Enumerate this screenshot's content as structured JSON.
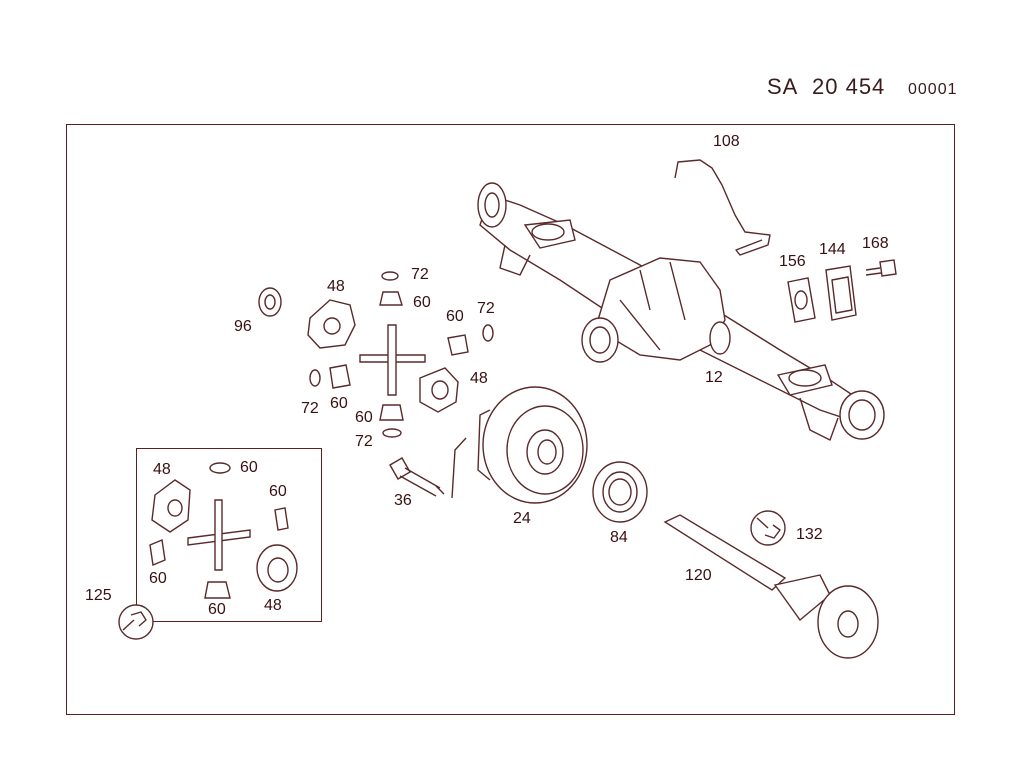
{
  "header": {
    "prefix": "SA",
    "number": "20 454",
    "code": "00001"
  },
  "callouts": {
    "c108": "108",
    "c156": "156",
    "c144": "144",
    "c168": "168",
    "c12": "12",
    "c72a": "72",
    "c60a": "60",
    "c48a": "48",
    "c96": "96",
    "c60b": "60",
    "c72b": "72",
    "c48b": "48",
    "c72c": "72",
    "c60c": "60",
    "c60d": "60",
    "c72d": "72",
    "c36": "36",
    "c24": "24",
    "c84": "84",
    "c132": "132",
    "c120": "120",
    "i48a": "48",
    "i60a": "60",
    "i60b": "60",
    "i60c": "60",
    "i60d": "60",
    "i48b": "48",
    "c125": "125"
  },
  "icons": {
    "tool": "wrench-icon"
  }
}
